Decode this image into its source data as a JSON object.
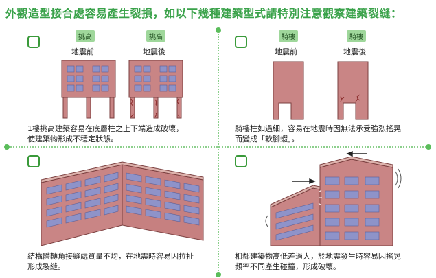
{
  "title": "外觀造型接合處容易產生裂損，如以下幾種建築型式請特別注意觀察建築裂縫：",
  "colors": {
    "accent": "#3aa24a",
    "tag_bg": "#9fd79b",
    "wall": "#c98585",
    "wall_light": "#ddb2ac",
    "window": "#8e93c9",
    "crack": "#8a2b2b"
  },
  "panels": [
    {
      "tags": [
        "挑高",
        "挑高"
      ],
      "captions": [
        "地震前",
        "地震後"
      ],
      "description": [
        "1樓挑高建築容易在底層柱之上下端造成破壞，",
        "使建築物形成不穩定狀態。"
      ]
    },
    {
      "tags": [
        "騎樓",
        "騎樓"
      ],
      "captions": [
        "地震前",
        "地震後"
      ],
      "description": [
        "騎樓柱如過細，容易在地震時因無法承受強烈搖晃",
        "而變成「軟腳蝦」。"
      ]
    },
    {
      "description": [
        "結構體轉角接縫處質量不均，在地震時容易因拉扯",
        "形成裂縫。"
      ]
    },
    {
      "description": [
        "相鄰建築物高低差過大，於地震發生時容易因搖晃",
        "頻率不同產生碰撞，形成破壞。"
      ]
    }
  ]
}
